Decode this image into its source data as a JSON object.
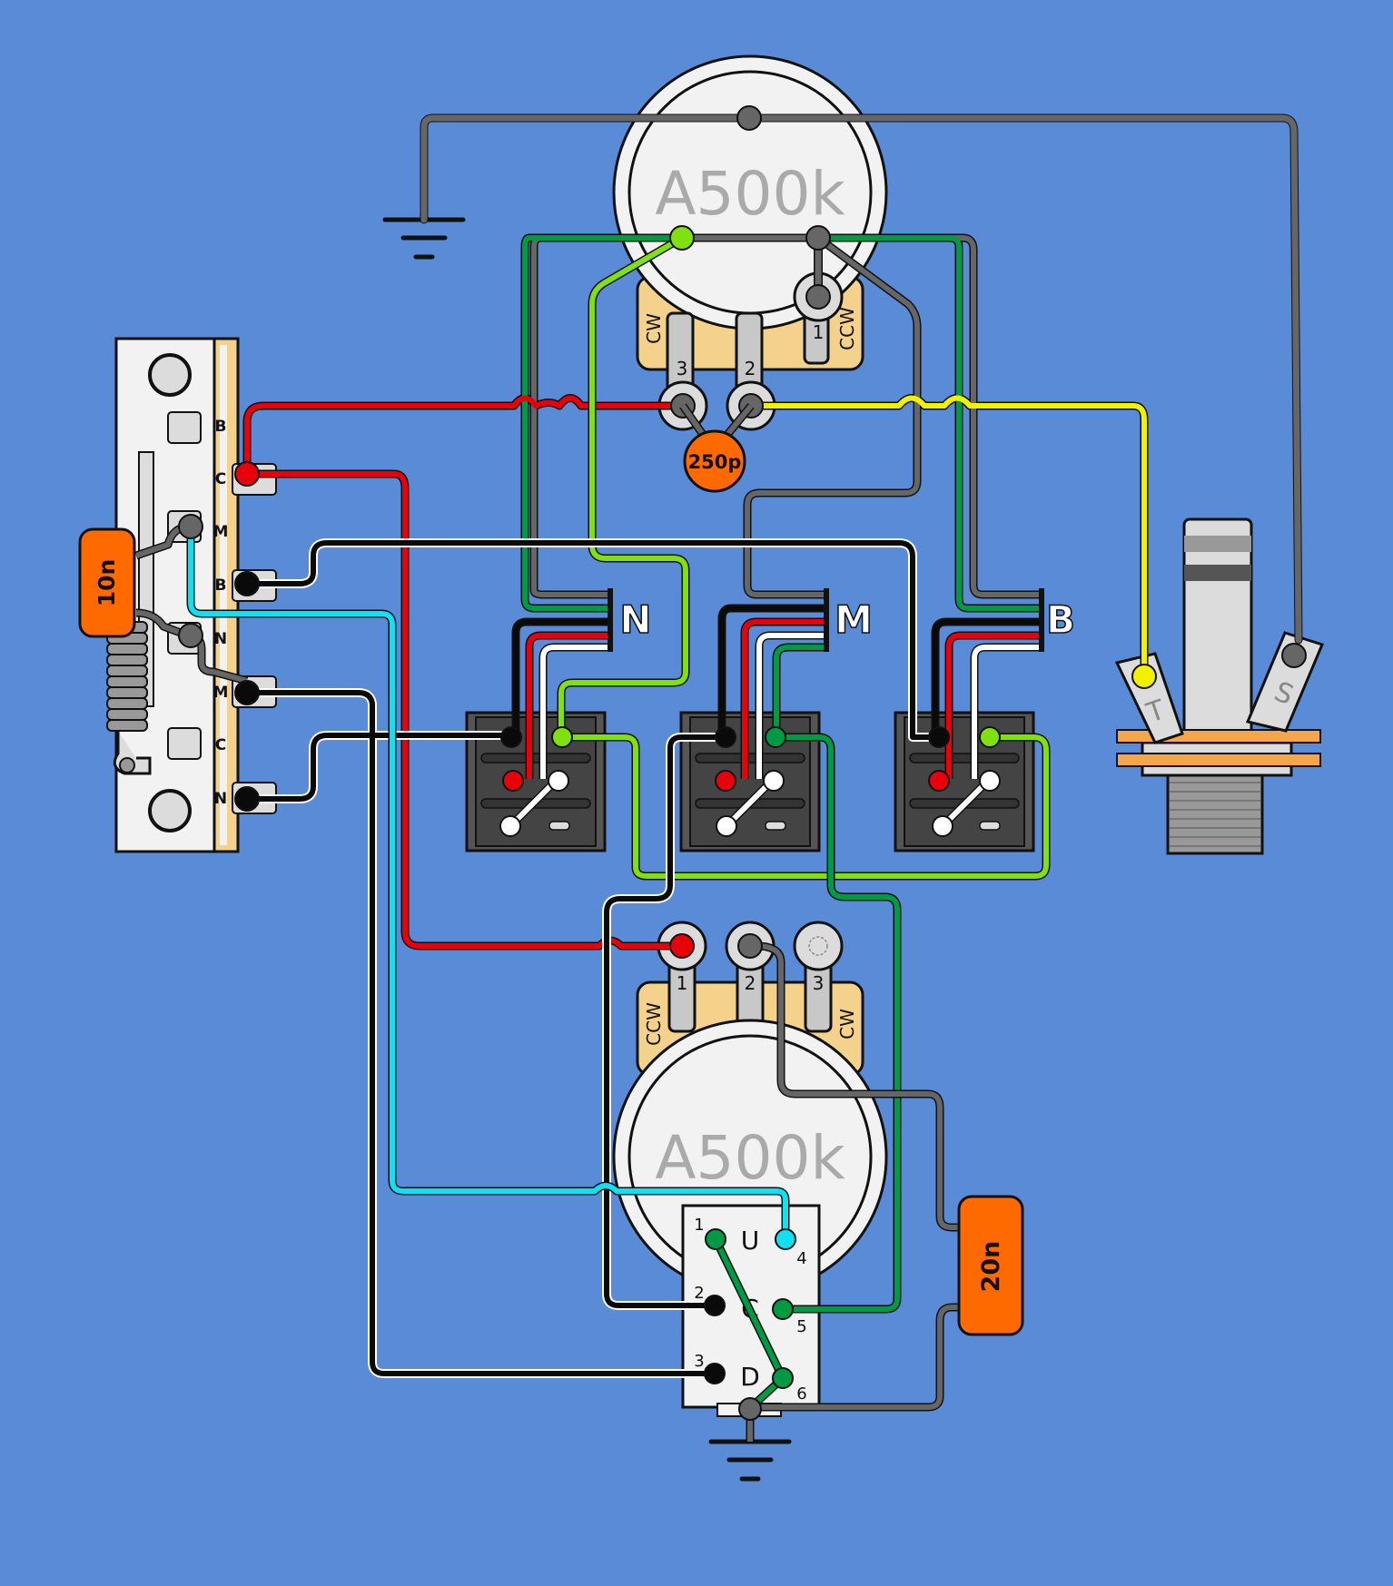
{
  "colors": {
    "background": "#5a8bd6",
    "red": "#e8000b",
    "yellow": "#f2f200",
    "lime": "#80e010",
    "dark_green": "#009a44",
    "cyan": "#10e0f0",
    "black": "#0a0a0a",
    "gray": "#666666",
    "white": "#ffffff",
    "orange": "#ff6a00",
    "pot_tan": "#f5d28c",
    "jack_orange": "#f5a64a"
  },
  "pots": {
    "volume": {
      "label": "A500k",
      "lugs": [
        "3",
        "2",
        "1"
      ],
      "side_left": "CW",
      "side_right": "CCW"
    },
    "tone": {
      "label": "A500k",
      "lugs": [
        "1",
        "2",
        "3"
      ],
      "side_left": "CCW",
      "side_right": "CW"
    }
  },
  "capacitors": {
    "treble_bleed": "250p",
    "switch_cap": "10n",
    "tone_cap": "20n"
  },
  "selector": {
    "labels": [
      "B",
      "C",
      "M",
      "B",
      "N",
      "M",
      "C",
      "N"
    ]
  },
  "mini_switches": [
    {
      "label": "N"
    },
    {
      "label": "M"
    },
    {
      "label": "B"
    }
  ],
  "push_pull": {
    "positions": [
      "U",
      "C",
      "D"
    ],
    "lugs": [
      "1",
      "2",
      "3",
      "4",
      "5",
      "6"
    ]
  },
  "jack": {
    "tip": "T",
    "sleeve": "S"
  }
}
